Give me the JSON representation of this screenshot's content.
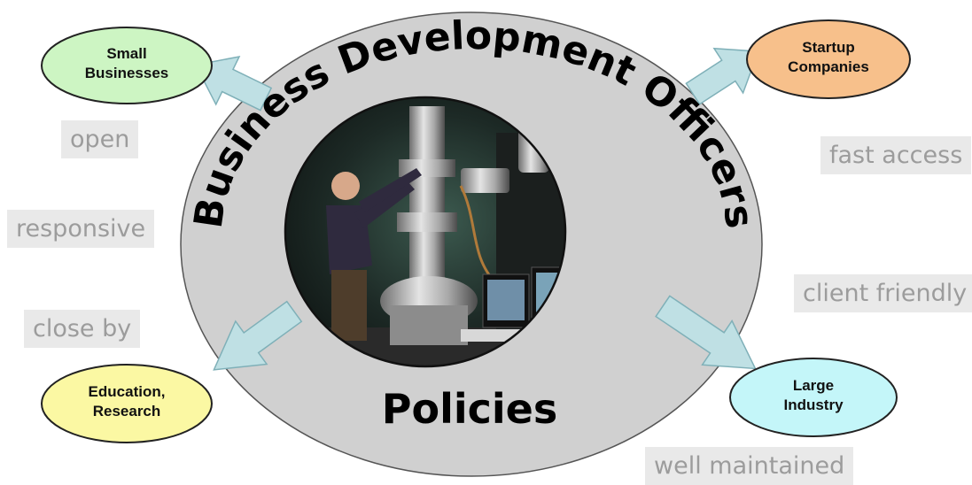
{
  "ring": {
    "top_text": "Business Development Officers",
    "bottom_text": "Policies"
  },
  "nodes": {
    "small_businesses": {
      "line1": "Small",
      "line2": "Businesses",
      "color": "#cdf5c3"
    },
    "startup_companies": {
      "line1": "Startup",
      "line2": "Companies",
      "color": "#f7c08b"
    },
    "education_research": {
      "line1": "Education,",
      "line2": "Research",
      "color": "#fbf8a3"
    },
    "large_industry": {
      "line1": "Large",
      "line2": "Industry",
      "color": "#c4f6f9"
    }
  },
  "tags": {
    "open": "open",
    "responsive": "responsive",
    "close_by": "close by",
    "fast_access": "fast access",
    "client_friendly": "client friendly",
    "well_maintained": "well maintained"
  },
  "photo": {
    "subject": "scientist operating electron microscope"
  },
  "colors": {
    "ring_fill": "#d0d0d0",
    "arrow_fill": "#bfe0e4",
    "arrow_stroke": "#7fb0b8",
    "tag_bg": "#e9e9e9",
    "tag_text": "#9c9c9c"
  }
}
